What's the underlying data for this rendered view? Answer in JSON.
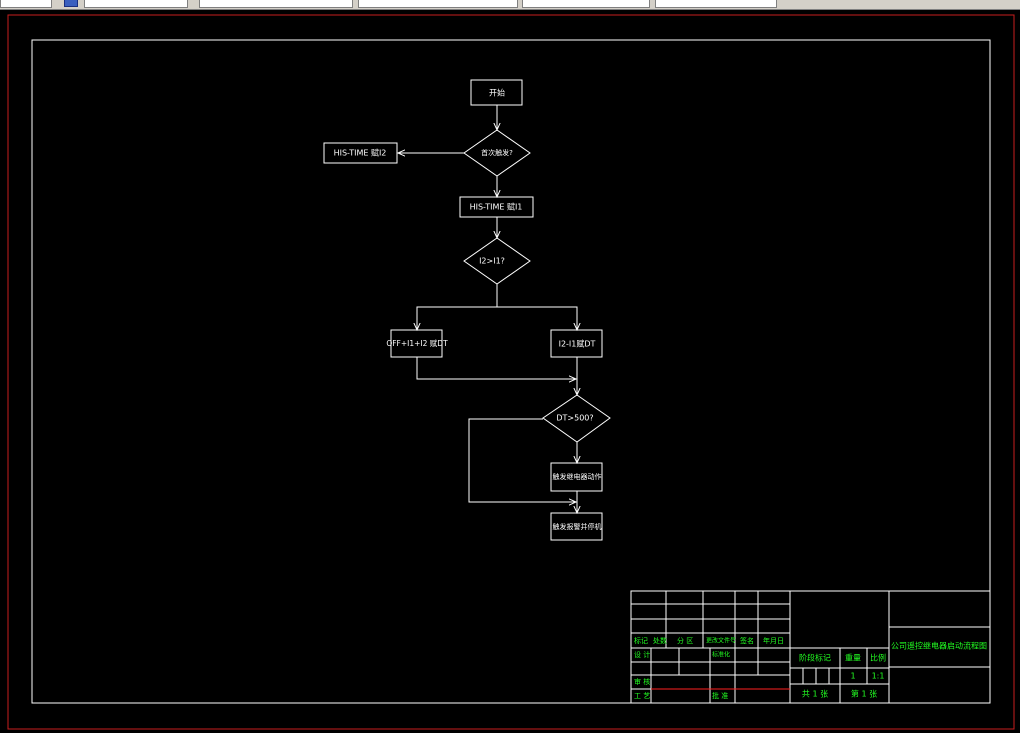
{
  "toolbar": {
    "fields": [
      "",
      "",
      "",
      "",
      ""
    ],
    "icon": "layer-icon"
  },
  "diagram": {
    "start_label": "开始",
    "decision1_label": "首次触发?",
    "his_time_i2_label": "HIS-TIME 赋I2",
    "his_time_i1_label": "HIS-TIME 赋I1",
    "decision2_label": "I2>I1?",
    "off_calc_label": "OFF+I1+I2 赋DT",
    "diff_calc_label": "I2-I1赋DT",
    "decision3_label": "DT>500?",
    "process_label": "触发继电器动作",
    "end_label": "触发报警并停机"
  },
  "title_block": {
    "headers": [
      "标记",
      "处数",
      "分 区",
      "更改文件号",
      "签名",
      "年月日"
    ],
    "design_label": "设 计",
    "standardize_label": "标准化",
    "review_label": "审 核",
    "process_label": "工 艺",
    "approve_label": "批 准",
    "stage_label": "阶段标记",
    "weight_label": "重量",
    "scale_label": "比例",
    "quantity_value": "1",
    "scale_value": "1:1",
    "total_sheets": "共 1 张",
    "sheet_number": "第 1 张",
    "drawing_title": "公司遥控继电器启动流程图"
  },
  "colors": {
    "background": "#000000",
    "lines": "#ffffff",
    "outer_border": "#c81e1e",
    "title_text": "#22ff22",
    "accent_red": "#ff2020"
  }
}
